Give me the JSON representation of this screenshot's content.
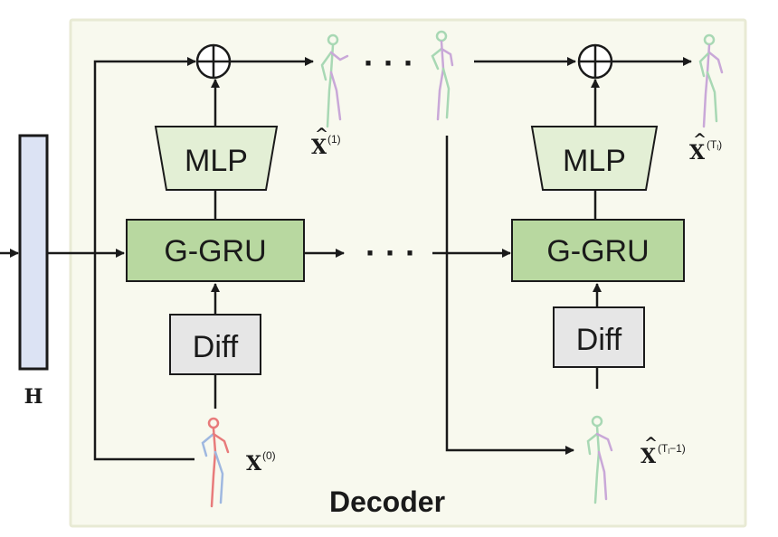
{
  "decoder": {
    "title": "Decoder",
    "frame_fill": "#f8f9ee",
    "frame_stroke": "#e8ead4"
  },
  "hidden_state": {
    "label": "H",
    "fill": "#dce3f4",
    "stroke": "#1a1a1a"
  },
  "blocks": {
    "mlp_label": "MLP",
    "ggru_label": "G-GRU",
    "diff_label": "Diff",
    "mlp_fill": "#e3efd5",
    "ggru_fill": "#b8d8a0",
    "diff_fill": "#e6e6e6"
  },
  "ellipsis": "· · ·",
  "labels": {
    "x0": "X",
    "x0_sup": "(0)",
    "x1": "X",
    "x1_sup": "(1)",
    "xT": "X",
    "xT_sup": "(T",
    "xT_sub": "l",
    "xT_close": ")",
    "xTm1": "X",
    "xTm1_sup": "(T",
    "xTm1_sub": "l",
    "xTm1_close": "−1)",
    "hat": "^"
  },
  "skeleton_colors": {
    "green": "#a8d8b4",
    "purple": "#c9a8d8",
    "red": "#e87b7b",
    "blue": "#9fb8e0"
  }
}
